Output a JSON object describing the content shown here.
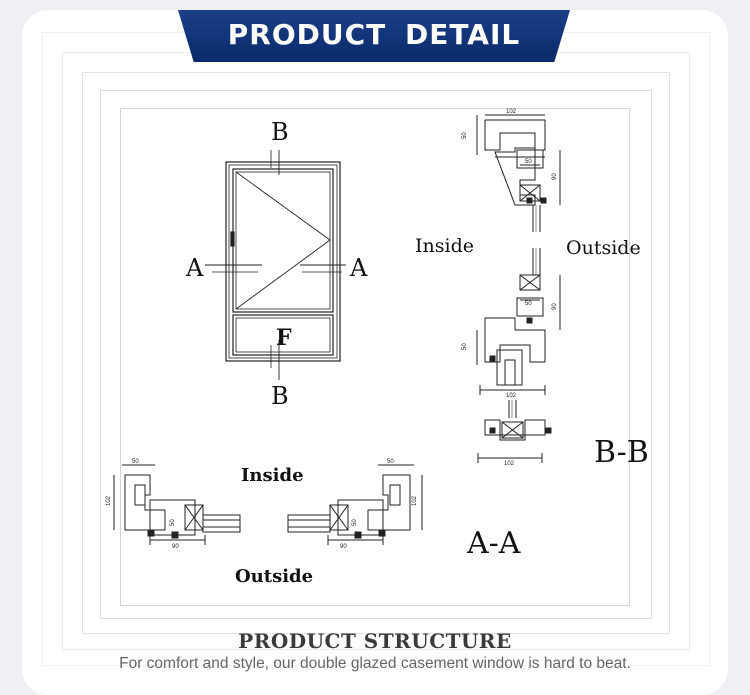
{
  "banner": {
    "title": "PRODUCT DETAIL"
  },
  "labels": {
    "section_b_top": "B",
    "section_b_bottom": "B",
    "section_a_left": "A",
    "section_a_right": "A",
    "fixed_panel": "F",
    "inside_top": "Inside",
    "outside_top": "Outside",
    "inside_bottom": "Inside",
    "outside_bottom": "Outside",
    "view_bb": "B-B",
    "view_aa": "A-A"
  },
  "dimensions": {
    "bb_top_width": "102",
    "bb_top_height": "50",
    "bb_top_sash": "50",
    "bb_top_depth": "90",
    "bb_mid_sash": "50",
    "bb_mid_depth": "90",
    "bb_mid_height": "50",
    "bb_mid_width": "102",
    "bb_bot_width": "102",
    "aa_left_top": "50",
    "aa_left_height": "102",
    "aa_left_sash": "50",
    "aa_left_depth": "90",
    "aa_right_top": "50",
    "aa_right_height": "102",
    "aa_right_sash": "50",
    "aa_right_depth": "90"
  },
  "footer": {
    "title": "PRODUCT STRUCTURE",
    "subtitle": "For comfort and style, our double glazed casement window is hard to beat."
  }
}
